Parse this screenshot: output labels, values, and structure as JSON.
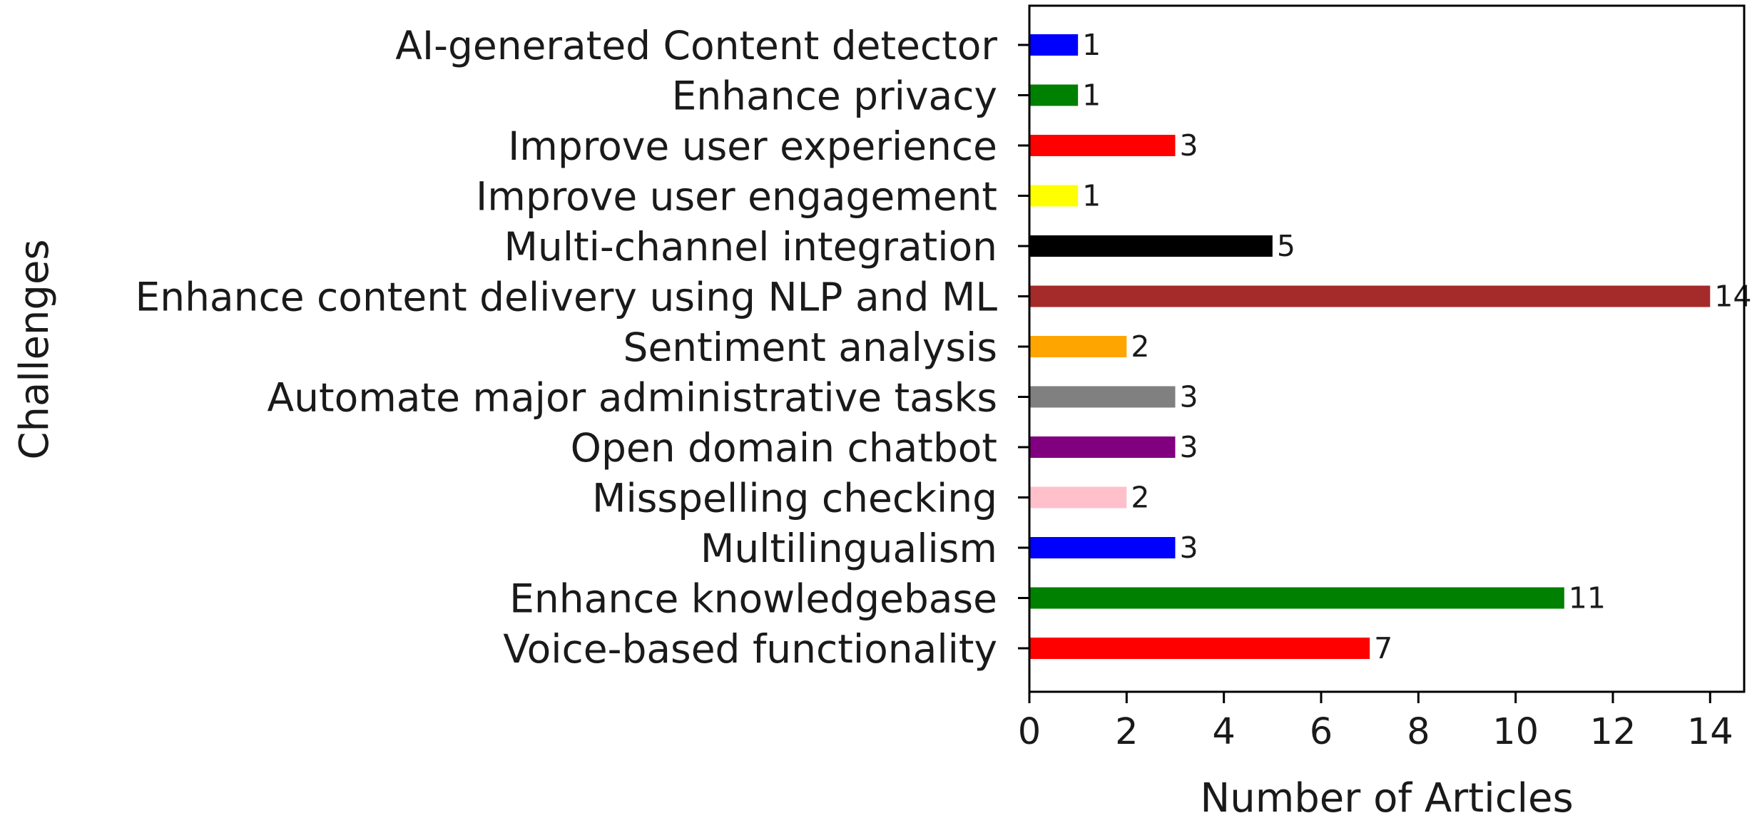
{
  "chart_data": {
    "type": "bar",
    "orientation": "horizontal",
    "categories": [
      "AI-generated Content detector",
      "Enhance privacy",
      "Improve user experience",
      "Improve user engagement",
      "Multi-channel integration",
      "Enhance content delivery using NLP and ML",
      "Sentiment analysis ",
      "Automate major administrative tasks",
      "Open domain chatbot ",
      "Misspelling checking",
      "Multilingualism",
      "Enhance knowledgebase",
      "Voice-based functionality"
    ],
    "values": [
      1,
      1,
      3,
      1,
      5,
      14,
      2,
      3,
      3,
      2,
      3,
      11,
      7
    ],
    "colors": [
      "#0000ff",
      "#008000",
      "#ff0000",
      "#ffff00",
      "#000000",
      "#a52a2a",
      "#ffa500",
      "#808080",
      "#800080",
      "#ffc0cb",
      "#0000ff",
      "#008000",
      "#ff0000"
    ],
    "xlabel": "Number of Articles",
    "ylabel": "Challenges",
    "xlim": [
      0,
      14.7
    ],
    "xticks": [
      0,
      2,
      4,
      6,
      8,
      10,
      12,
      14
    ],
    "grid": false,
    "legend": "none"
  }
}
